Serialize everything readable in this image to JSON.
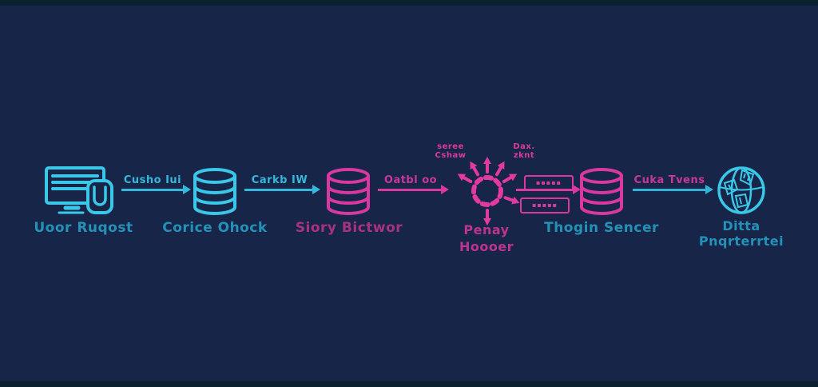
{
  "colors": {
    "background": "#172648",
    "edge_strip": "#0c2130",
    "cyan_icon": "#3bc8e8",
    "cyan_label": "#2492b8",
    "cyan_arrow": "#34b9dc",
    "pink_icon": "#d8389f",
    "pink_label": "#a83184",
    "pink_bright": "#e23aa0"
  },
  "diagram": {
    "node_user_request": {
      "icon": "monitor-user-icon",
      "label": "Uoor Ruqost"
    },
    "node_cache_check": {
      "icon": "database-icon",
      "label": "Corice Ohock"
    },
    "node_story_retriever": {
      "icon": "database-icon",
      "label": "Siory Bictwor"
    },
    "node_proxy_handler": {
      "icon": "proxy-burst-icon",
      "label_line1": "Penay",
      "label_line2": "Hoooer",
      "annotation_top_left_line1": "seree",
      "annotation_top_left_line2": "Cshaw",
      "annotation_top_right_line1": "Dax.",
      "annotation_top_right_line2": "zknt",
      "packet_box1": "▪▪▪▪▪",
      "packet_box2": "▪▪▪▪▪"
    },
    "node_origin_server": {
      "icon": "database-icon",
      "label": "Thogin Sencer"
    },
    "node_data_presented": {
      "icon": "globe-icon",
      "label": "Ditta Pnqrterrtei"
    },
    "arrow1": {
      "label": "Cusho Iui"
    },
    "arrow2": {
      "label": "Carkb IW"
    },
    "arrow3": {
      "label": "Oatbl oo"
    },
    "arrow4": {
      "label": "Cuka Tvens"
    }
  }
}
